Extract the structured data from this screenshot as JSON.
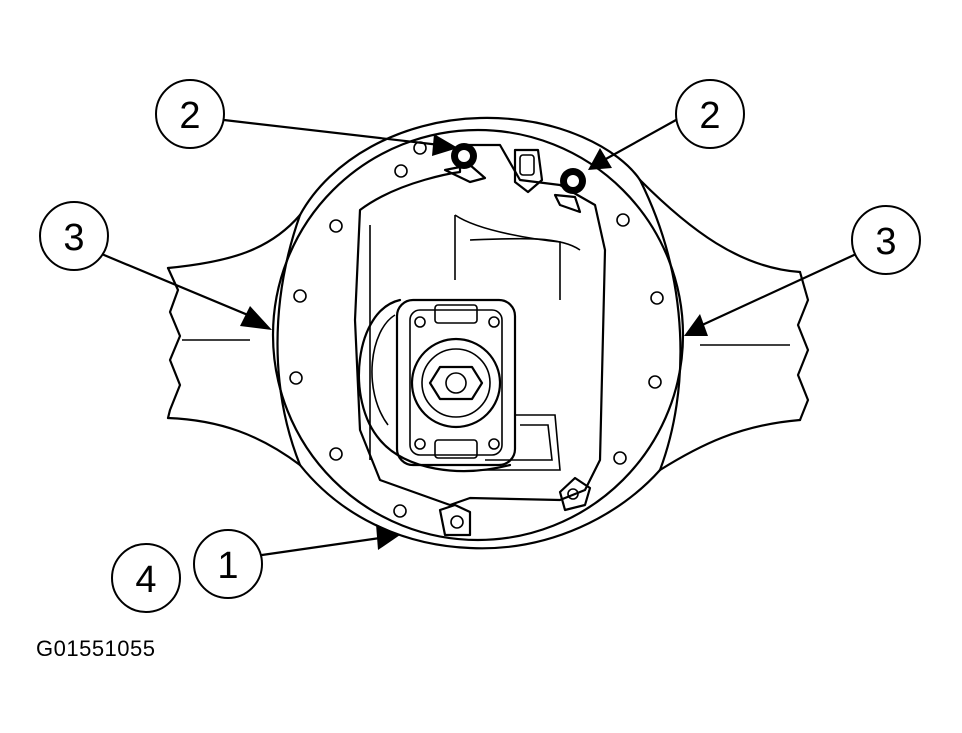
{
  "figure_id": "G01551055",
  "callouts": [
    {
      "label": "2"
    },
    {
      "label": "2"
    },
    {
      "label": "3"
    },
    {
      "label": "3"
    },
    {
      "label": "4"
    },
    {
      "label": "1"
    }
  ],
  "colors": {
    "line": "#000000",
    "background": "#ffffff"
  }
}
